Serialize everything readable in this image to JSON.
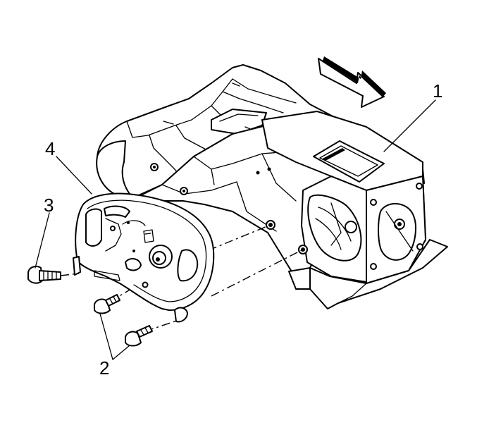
{
  "figure": {
    "callouts": [
      {
        "id": "1",
        "label": "1"
      },
      {
        "id": "2",
        "label": "2"
      },
      {
        "id": "3",
        "label": "3"
      },
      {
        "id": "4",
        "label": "4"
      }
    ],
    "direction_arrow": "front-direction-arrow-icon"
  }
}
